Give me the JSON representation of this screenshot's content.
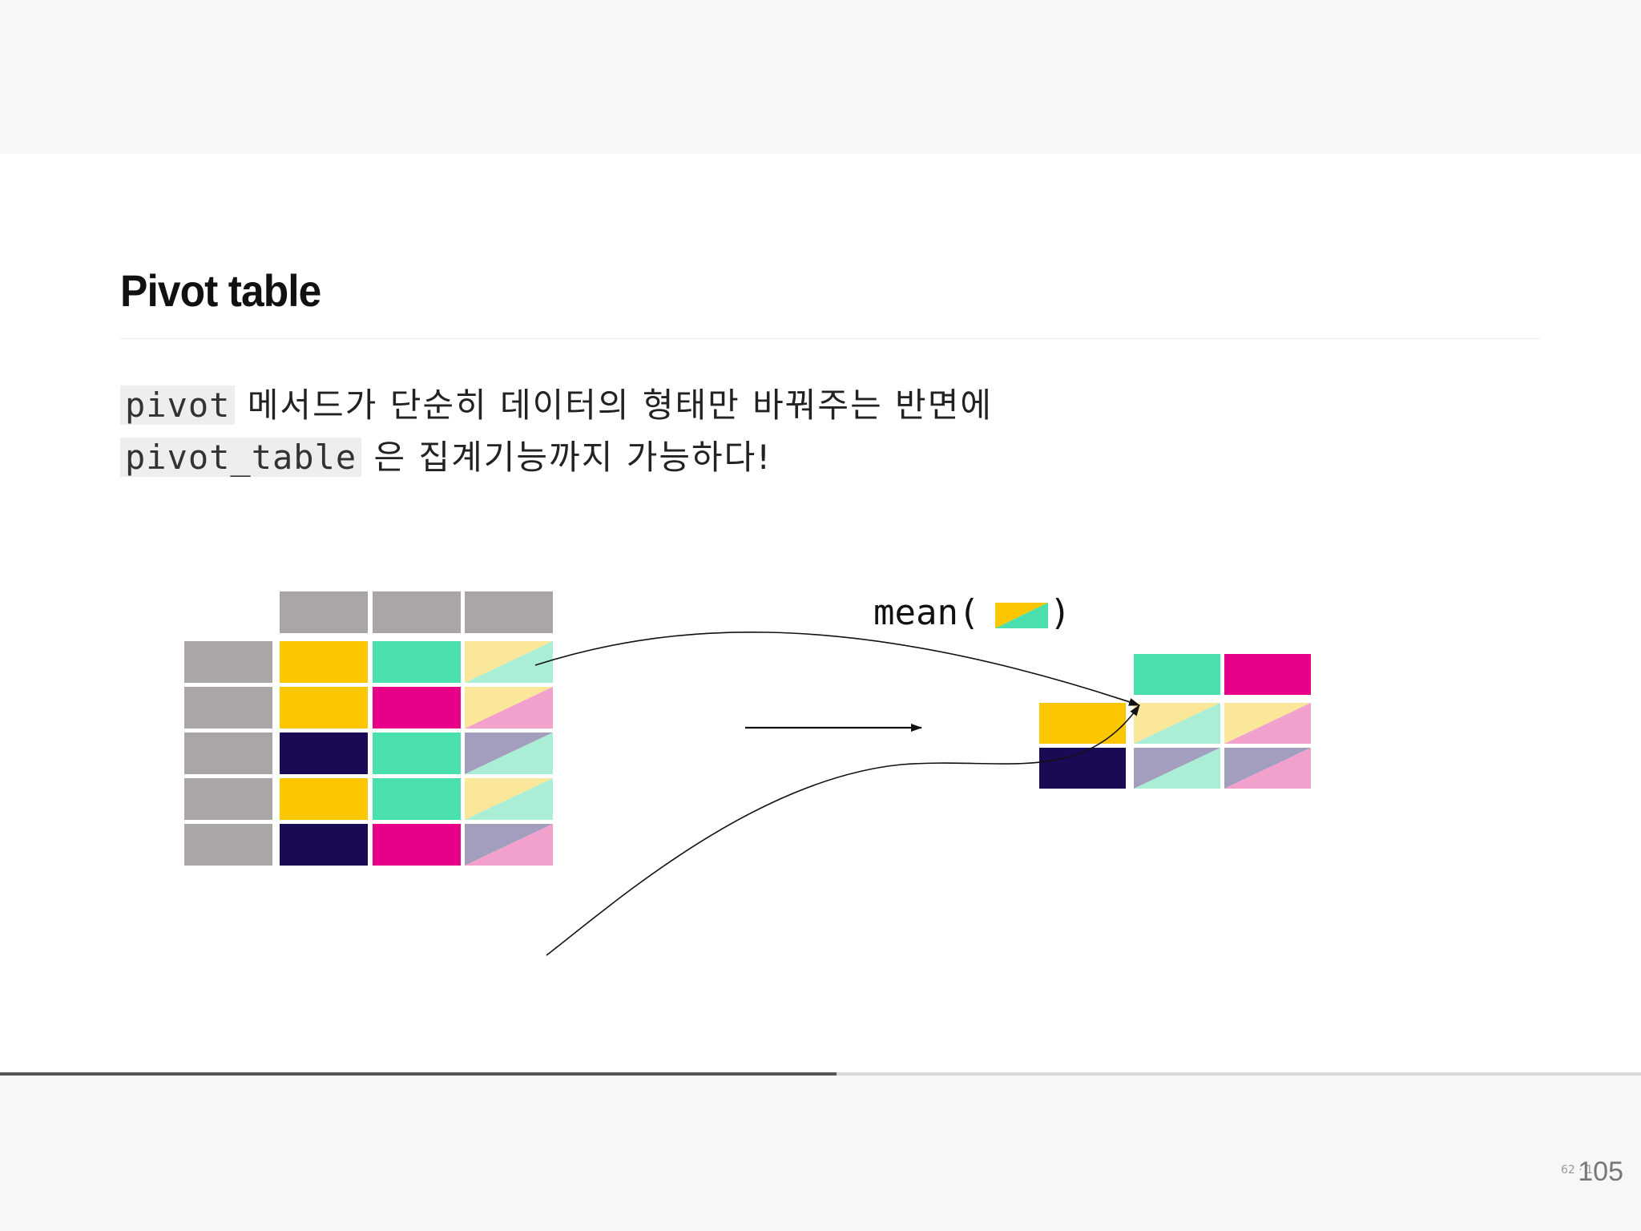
{
  "slide": {
    "title": "Pivot table",
    "text_line1": {
      "code": "pivot",
      "rest": " 메서드가 단순히 데이터의 형태만 바꿔주는 반면에"
    },
    "text_line2": {
      "code": "pivot_table",
      "rest": " 은 집계기능까지 가능하다!"
    },
    "page_marker": "62 · 1"
  },
  "diagram": {
    "label": "mean(",
    "label_close": ")",
    "colors": {
      "gray": "#aaa6a6",
      "yellow": "#fdc700",
      "teal": "#49e0ae",
      "magenta": "#e8008a",
      "navy": "#1a0a55",
      "light_yellow": "#fbe79a",
      "light_teal": "#a9eed5",
      "light_pink": "#f2a0cc",
      "lavender": "#a39ebd"
    },
    "source_rows": [
      {
        "key": "yellow",
        "col": "teal",
        "val": [
          "light_yellow",
          "light_teal"
        ]
      },
      {
        "key": "yellow",
        "col": "magenta",
        "val": [
          "light_yellow",
          "light_pink"
        ]
      },
      {
        "key": "navy",
        "col": "teal",
        "val": [
          "lavender",
          "light_teal"
        ]
      },
      {
        "key": "yellow",
        "col": "teal",
        "val": [
          "light_yellow",
          "light_teal"
        ]
      },
      {
        "key": "navy",
        "col": "magenta",
        "val": [
          "lavender",
          "light_pink"
        ]
      }
    ],
    "result": {
      "columns": [
        "teal",
        "magenta"
      ],
      "rows": [
        {
          "key": "yellow",
          "cells": [
            [
              "light_yellow",
              "light_teal"
            ],
            [
              "light_yellow",
              "light_pink"
            ]
          ]
        },
        {
          "key": "navy",
          "cells": [
            [
              "lavender",
              "light_teal"
            ],
            [
              "lavender",
              "light_pink"
            ]
          ]
        }
      ]
    }
  },
  "progress": {
    "fraction": 0.51
  },
  "slide_number": "105"
}
